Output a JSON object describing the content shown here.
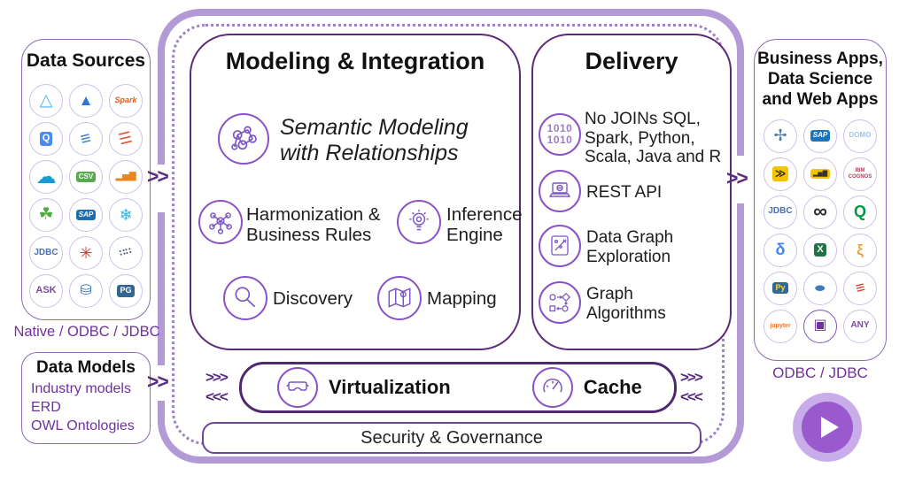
{
  "colors": {
    "outer_border": "#b39ad6",
    "dashed_border": "#9d82c4",
    "box_border": "#5e2a78",
    "icon_ring": "#8a52c7",
    "accent_text": "#7030a0",
    "arrow": "#5a2d82",
    "play_outer": "#c9ade8",
    "play_inner": "#9b59d0"
  },
  "left": {
    "data_sources": {
      "title": "Data Sources",
      "caption": "Native / ODBC / JDBC",
      "icons": [
        {
          "name": "azure-data-lake-icon",
          "kind": "glyph",
          "glyph": "△",
          "color": "#4ab7e8",
          "size": 19
        },
        {
          "name": "azure-icon",
          "kind": "glyph",
          "glyph": "▲",
          "color": "#2e77d0",
          "size": 17
        },
        {
          "name": "spark-icon",
          "kind": "text",
          "text": "Spark",
          "color": "#e25a1c",
          "size": 9,
          "mod": "it"
        },
        {
          "name": "bigquery-icon",
          "kind": "badge",
          "text": "Q",
          "bg": "#4a8af4",
          "color": "#ffffff",
          "size": 11
        },
        {
          "name": "data-lake-stack-icon",
          "kind": "glyph",
          "glyph": "≡",
          "color": "#3b82c4",
          "size": 20,
          "mod": "tilt"
        },
        {
          "name": "layers-icon",
          "kind": "glyph",
          "glyph": "☰",
          "color": "#e8552f",
          "size": 17,
          "mod": "tilt"
        },
        {
          "name": "salesforce-icon",
          "kind": "glyph",
          "glyph": "☁",
          "color": "#189ad6",
          "size": 23
        },
        {
          "name": "csv-file-icon",
          "kind": "badge",
          "text": "CSV",
          "bg": "#56ab4f",
          "color": "#ffffff",
          "size": 8
        },
        {
          "name": "bar-chart-db-icon",
          "kind": "glyph",
          "glyph": "▂▅▇",
          "color": "#e9851a",
          "size": 10
        },
        {
          "name": "mongodb-icon",
          "kind": "glyph",
          "glyph": "☘",
          "color": "#4faa41",
          "size": 19
        },
        {
          "name": "sap-hana-icon",
          "kind": "badge",
          "text": "SAP",
          "bg": "#1c6eb4",
          "color": "#ffffff",
          "size": 8,
          "mod": "it"
        },
        {
          "name": "snowflake-icon",
          "kind": "glyph",
          "glyph": "❄",
          "color": "#29b5e8",
          "size": 18
        },
        {
          "name": "jdbc-icon",
          "kind": "text",
          "text": "JDBC",
          "color": "#4a6db4",
          "size": 10
        },
        {
          "name": "sql-server-burst-icon",
          "kind": "glyph",
          "glyph": "✳",
          "color": "#c33b31",
          "size": 18
        },
        {
          "name": "dotted-flow-icon",
          "kind": "glyph",
          "glyph": "∷∷",
          "color": "#4d5866",
          "size": 10,
          "mod": "tilt"
        },
        {
          "name": "ask-icon",
          "kind": "text",
          "text": "ASK",
          "color": "#7a4aa0",
          "size": 11
        },
        {
          "name": "db2-icon",
          "kind": "glyph",
          "glyph": "⛁",
          "color": "#2e6fc0",
          "size": 16
        },
        {
          "name": "postgresql-icon",
          "kind": "badge",
          "text": "PG",
          "bg": "#336791",
          "color": "#ffffff",
          "size": 9
        }
      ]
    },
    "data_models": {
      "title": "Data Models",
      "items": [
        "Industry models",
        "ERD",
        "OWL Ontologies"
      ]
    }
  },
  "center": {
    "modeling": {
      "title": "Modeling & Integration",
      "feature": {
        "icon": "semantic-network-icon",
        "label": "Semantic Modeling\nwith Relationships"
      },
      "items": [
        {
          "icon": "harmonization-icon",
          "label": "Harmonization &\nBusiness Rules"
        },
        {
          "icon": "inference-engine-icon",
          "label": "Inference\nEngine"
        },
        {
          "icon": "discovery-icon",
          "label": "Discovery"
        },
        {
          "icon": "mapping-icon",
          "label": "Mapping"
        }
      ]
    },
    "delivery": {
      "title": "Delivery",
      "items": [
        {
          "icon": "binary-code-icon",
          "label": "No JOINs SQL,\nSpark, Python,\nScala, Java and R"
        },
        {
          "icon": "laptop-icon",
          "label": "REST API"
        },
        {
          "icon": "exploration-map-icon",
          "label": "Data Graph\nExploration"
        },
        {
          "icon": "graph-algorithms-icon",
          "label": "Graph\nAlgorithms"
        }
      ]
    },
    "runtime": {
      "items": [
        {
          "icon": "vr-goggles-icon",
          "label": "Virtualization"
        },
        {
          "icon": "gauge-icon",
          "label": "Cache"
        }
      ]
    },
    "security_label": "Security & Governance",
    "binary_glyph": "1010\n1010"
  },
  "right": {
    "title": "Business Apps,\nData Science\nand Web Apps",
    "caption": "ODBC / JDBC",
    "icons": [
      {
        "name": "tableau-icon",
        "kind": "glyph",
        "glyph": "✢",
        "color": "#4e79a7",
        "size": 18
      },
      {
        "name": "sap-icon",
        "kind": "badge",
        "text": "SAP",
        "bg": "#1c75bc",
        "color": "#ffffff",
        "size": 8,
        "mod": "it"
      },
      {
        "name": "domo-icon",
        "kind": "text",
        "text": "DOMO",
        "color": "#9cc7e8",
        "size": 8
      },
      {
        "name": "bi-arrows-icon",
        "kind": "badge",
        "text": "≫",
        "bg": "#f5c400",
        "color": "#222222",
        "size": 12
      },
      {
        "name": "power-bi-icon",
        "kind": "badge",
        "text": "▂▅▇",
        "bg": "#f5c400",
        "color": "#333333",
        "size": 7
      },
      {
        "name": "ibm-cognos-icon",
        "kind": "text",
        "text": "IBM\nCOGNOS",
        "color": "#b03a5b",
        "size": 6
      },
      {
        "name": "jdbc-icon",
        "kind": "text",
        "text": "JDBC",
        "color": "#4a6db4",
        "size": 10
      },
      {
        "name": "infinity-icon",
        "kind": "glyph",
        "glyph": "∞",
        "color": "#2b2b2b",
        "size": 22
      },
      {
        "name": "qlik-icon",
        "kind": "glyph",
        "glyph": "Q",
        "color": "#009845",
        "size": 18
      },
      {
        "name": "looker-icon",
        "kind": "glyph",
        "glyph": "δ",
        "color": "#4285f4",
        "size": 18
      },
      {
        "name": "excel-icon",
        "kind": "badge",
        "text": "X",
        "bg": "#217346",
        "color": "#ffffff",
        "size": 11
      },
      {
        "name": "figure-app-icon",
        "kind": "glyph",
        "glyph": "ξ",
        "color": "#e8a33d",
        "size": 17
      },
      {
        "name": "python-icon",
        "kind": "badge",
        "text": "Py",
        "bg": "#306998",
        "color": "#ffd43b",
        "size": 9
      },
      {
        "name": "zeppelin-icon",
        "kind": "glyph",
        "glyph": "●",
        "color": "#3f7cbf",
        "size": 15,
        "mod": "wide"
      },
      {
        "name": "scala-icon",
        "kind": "glyph",
        "glyph": "≡",
        "color": "#dc322f",
        "size": 18,
        "mod": "tilt"
      },
      {
        "name": "jupyter-icon",
        "kind": "text",
        "text": "jupyter",
        "color": "#f37726",
        "size": 7
      },
      {
        "name": "web-laptop-icon",
        "kind": "glyph",
        "glyph": "▣",
        "color": "#7030a0",
        "size": 16,
        "ring": true
      },
      {
        "name": "any-icon",
        "kind": "text",
        "text": "ANY",
        "color": "#7a4aa0",
        "size": 10
      }
    ]
  },
  "arrows": {
    "double": ">>",
    "triple_right": ">>>",
    "triple_left": "<<<"
  }
}
